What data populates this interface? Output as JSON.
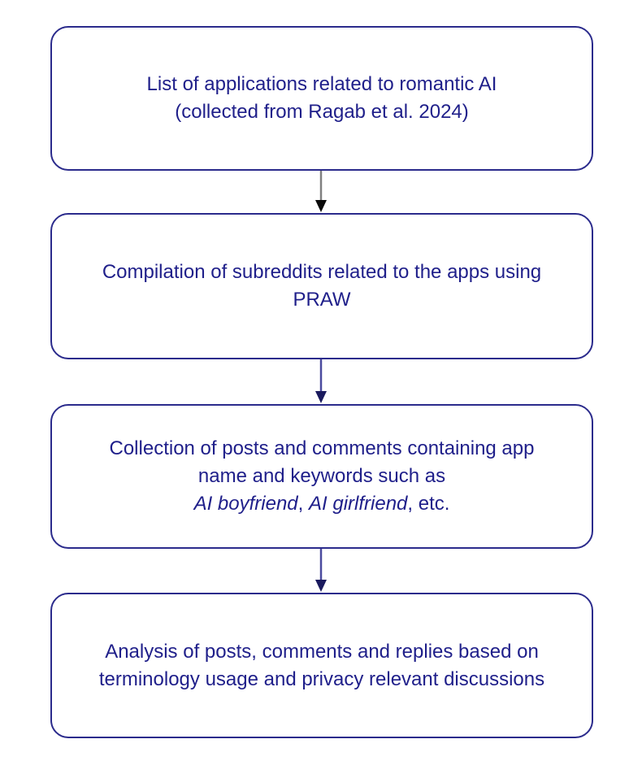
{
  "diagram": {
    "type": "flowchart",
    "steps": [
      {
        "lines": [
          "List of applications related to romantic AI",
          "(collected from Ragab et al. 2024)"
        ]
      },
      {
        "lines": [
          "Compilation of subreddits related to the apps using",
          "PRAW"
        ]
      },
      {
        "lines": [
          "Collection of posts and comments containing app",
          "name and keywords such as"
        ],
        "keywords": {
          "italic1": "AI boyfriend",
          "sep": ", ",
          "italic2": "AI girlfriend",
          "tail": ", etc."
        }
      },
      {
        "lines": [
          "Analysis of posts, comments and replies based on",
          "terminology usage and privacy relevant discussions"
        ]
      }
    ],
    "colors": {
      "background": "#FFFFFF",
      "box_border": "#2B2B8C",
      "text": "#1F1F8A",
      "arrow1_line": "#808080",
      "arrow1_head": "#0A0A0A",
      "arrow_line": "#4A4A9E",
      "arrow_head": "#1A1A5E"
    }
  }
}
